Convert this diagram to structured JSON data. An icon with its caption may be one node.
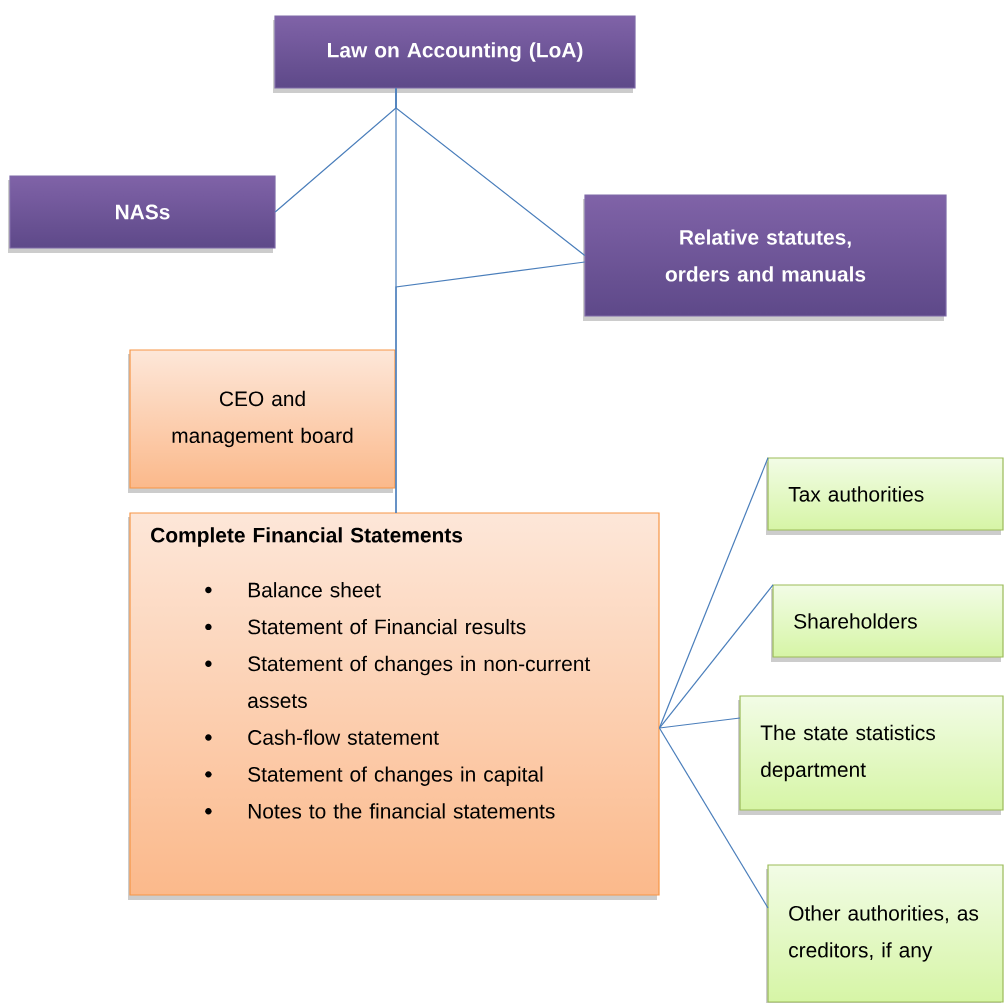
{
  "diagram": {
    "nodes": [
      {
        "text": [
          "Law on Accounting (LoA)"
        ]
      },
      {
        "text": [
          "NASs"
        ]
      },
      {
        "text": [
          "Relative statutes, orders and manuals"
        ]
      },
      {
        "text": [
          "CEO and management board"
        ]
      },
      {
        "text": [
          "Complete Financial Statements",
          "Balance sheet",
          "Statement of Financial results",
          "Statement of changes in non-current assets",
          "Cash-flow statement",
          "Statement of changes in capital",
          "Notes to the financial statements"
        ]
      },
      {
        "text": [
          "Tax authorities"
        ]
      },
      {
        "text": [
          "Shareholders"
        ]
      },
      {
        "text": [
          "The state statistics department"
        ]
      },
      {
        "text": [
          "Other authorities, as creditors, if any"
        ]
      }
    ],
    "edges": [
      {
        "from": 0,
        "to": 1,
        "arrow": "none"
      },
      {
        "from": 0,
        "to": 2,
        "arrow": "none"
      },
      {
        "from": 0,
        "to": 4,
        "arrow": "none"
      },
      {
        "from": 2,
        "to": 4,
        "arrow": "none"
      },
      {
        "from": 4,
        "to": 5,
        "arrow": "none"
      },
      {
        "from": 4,
        "to": 6,
        "arrow": "none"
      },
      {
        "from": 4,
        "to": 7,
        "arrow": "none"
      },
      {
        "from": 4,
        "to": 8,
        "arrow": "none"
      }
    ]
  }
}
